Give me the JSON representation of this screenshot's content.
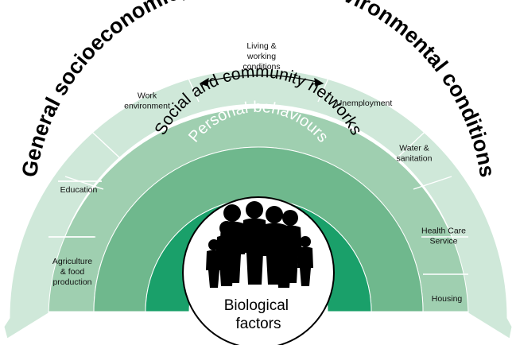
{
  "diagram": {
    "outer_layer": "General socioeconomic, cultural and environmental conditions",
    "middle_layer": "Social and community networks",
    "inner_layer": "Personal behaviours",
    "core": [
      "Biological",
      "factors"
    ],
    "segments": [
      {
        "id": "agriculture",
        "lines": [
          "Agriculture",
          "& food",
          "production"
        ]
      },
      {
        "id": "education",
        "lines": [
          "Education"
        ]
      },
      {
        "id": "work",
        "lines": [
          "Work",
          "environment"
        ]
      },
      {
        "id": "living",
        "lines": [
          "Living &",
          "working",
          "conditions"
        ]
      },
      {
        "id": "unemployment",
        "lines": [
          "Unemployment"
        ]
      },
      {
        "id": "water",
        "lines": [
          "Water &",
          "sanitation"
        ]
      },
      {
        "id": "health",
        "lines": [
          "Health Care",
          "Service"
        ]
      },
      {
        "id": "housing",
        "lines": [
          "Housing"
        ]
      }
    ],
    "colors": {
      "outer_band": "#cfe8d9",
      "segment_band": "#9fcfb0",
      "social_band": "#6fb88d",
      "personal_band": "#1aa06a",
      "outline": "#ffffff",
      "core_fill": "#ffffff",
      "core_stroke": "#000000",
      "figures": "#000000"
    }
  }
}
